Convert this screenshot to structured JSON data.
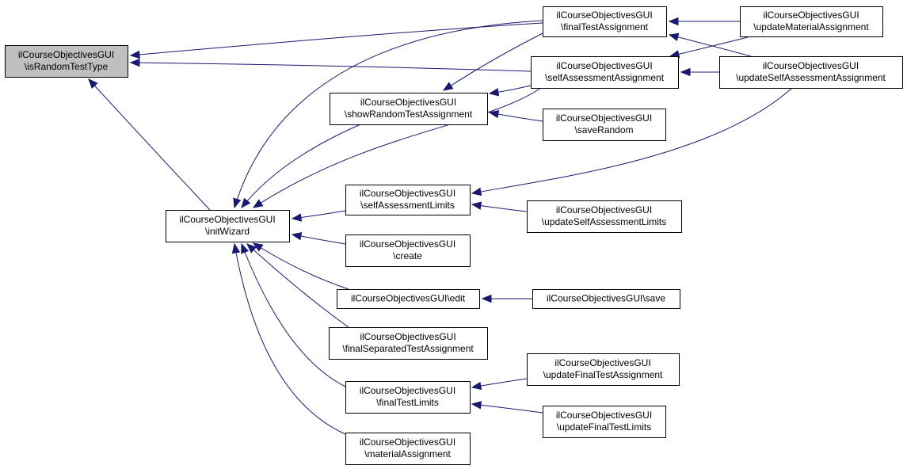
{
  "diagram": {
    "type": "call-graph",
    "colors": {
      "edge": "#191970",
      "node_border": "#000000",
      "focus_fill": "#bfbfbf",
      "node_fill": "#ffffff"
    },
    "nodes": [
      {
        "id": "isRandomTestType",
        "lines": [
          "ilCourseObjectivesGUI",
          "\\isRandomTestType"
        ],
        "focus": true
      },
      {
        "id": "initWizard",
        "lines": [
          "ilCourseObjectivesGUI",
          "\\initWizard"
        ]
      },
      {
        "id": "showRandomTestAssignment",
        "lines": [
          "ilCourseObjectivesGUI",
          "\\showRandomTestAssignment"
        ]
      },
      {
        "id": "finalTestAssignment",
        "lines": [
          "ilCourseObjectivesGUI",
          "\\finalTestAssignment"
        ]
      },
      {
        "id": "selfAssessmentAssignment",
        "lines": [
          "ilCourseObjectivesGUI",
          "\\selfAssessmentAssignment"
        ]
      },
      {
        "id": "saveRandom",
        "lines": [
          "ilCourseObjectivesGUI",
          "\\saveRandom"
        ]
      },
      {
        "id": "updateMaterialAssignment",
        "lines": [
          "ilCourseObjectivesGUI",
          "\\updateMaterialAssignment"
        ]
      },
      {
        "id": "updateSelfAssessmentAssignment",
        "lines": [
          "ilCourseObjectivesGUI",
          "\\updateSelfAssessmentAssignment"
        ]
      },
      {
        "id": "selfAssessmentLimits",
        "lines": [
          "ilCourseObjectivesGUI",
          "\\selfAssessmentLimits"
        ]
      },
      {
        "id": "updateSelfAssessmentLimits",
        "lines": [
          "ilCourseObjectivesGUI",
          "\\updateSelfAssessmentLimits"
        ]
      },
      {
        "id": "create",
        "lines": [
          "ilCourseObjectivesGUI",
          "\\create"
        ]
      },
      {
        "id": "edit",
        "lines": [
          "ilCourseObjectivesGUI\\edit"
        ]
      },
      {
        "id": "save",
        "lines": [
          "ilCourseObjectivesGUI\\save"
        ]
      },
      {
        "id": "finalSeparatedTestAssignment",
        "lines": [
          "ilCourseObjectivesGUI",
          "\\finalSeparatedTestAssignment"
        ]
      },
      {
        "id": "finalTestLimits",
        "lines": [
          "ilCourseObjectivesGUI",
          "\\finalTestLimits"
        ]
      },
      {
        "id": "updateFinalTestAssignment",
        "lines": [
          "ilCourseObjectivesGUI",
          "\\updateFinalTestAssignment"
        ]
      },
      {
        "id": "updateFinalTestLimits",
        "lines": [
          "ilCourseObjectivesGUI",
          "\\updateFinalTestLimits"
        ]
      },
      {
        "id": "materialAssignment",
        "lines": [
          "ilCourseObjectivesGUI",
          "\\materialAssignment"
        ]
      }
    ],
    "edges": [
      {
        "from": "finalTestAssignment",
        "to": "isRandomTestType"
      },
      {
        "from": "selfAssessmentAssignment",
        "to": "isRandomTestType"
      },
      {
        "from": "initWizard",
        "to": "isRandomTestType"
      },
      {
        "from": "finalTestAssignment",
        "to": "initWizard"
      },
      {
        "from": "showRandomTestAssignment",
        "to": "initWizard"
      },
      {
        "from": "selfAssessmentAssignment",
        "to": "initWizard"
      },
      {
        "from": "selfAssessmentLimits",
        "to": "initWizard"
      },
      {
        "from": "create",
        "to": "initWizard"
      },
      {
        "from": "edit",
        "to": "initWizard"
      },
      {
        "from": "finalSeparatedTestAssignment",
        "to": "initWizard"
      },
      {
        "from": "finalTestLimits",
        "to": "initWizard"
      },
      {
        "from": "materialAssignment",
        "to": "initWizard"
      },
      {
        "from": "finalTestAssignment",
        "to": "showRandomTestAssignment"
      },
      {
        "from": "selfAssessmentAssignment",
        "to": "showRandomTestAssignment"
      },
      {
        "from": "saveRandom",
        "to": "showRandomTestAssignment"
      },
      {
        "from": "updateMaterialAssignment",
        "to": "finalTestAssignment"
      },
      {
        "from": "updateSelfAssessmentAssignment",
        "to": "finalTestAssignment"
      },
      {
        "from": "updateMaterialAssignment",
        "to": "selfAssessmentAssignment"
      },
      {
        "from": "updateSelfAssessmentAssignment",
        "to": "selfAssessmentAssignment"
      },
      {
        "from": "updateSelfAssessmentAssignment",
        "to": "selfAssessmentLimits"
      },
      {
        "from": "updateSelfAssessmentLimits",
        "to": "selfAssessmentLimits"
      },
      {
        "from": "save",
        "to": "edit"
      },
      {
        "from": "updateFinalTestAssignment",
        "to": "finalTestLimits"
      },
      {
        "from": "updateFinalTestLimits",
        "to": "finalTestLimits"
      }
    ]
  }
}
